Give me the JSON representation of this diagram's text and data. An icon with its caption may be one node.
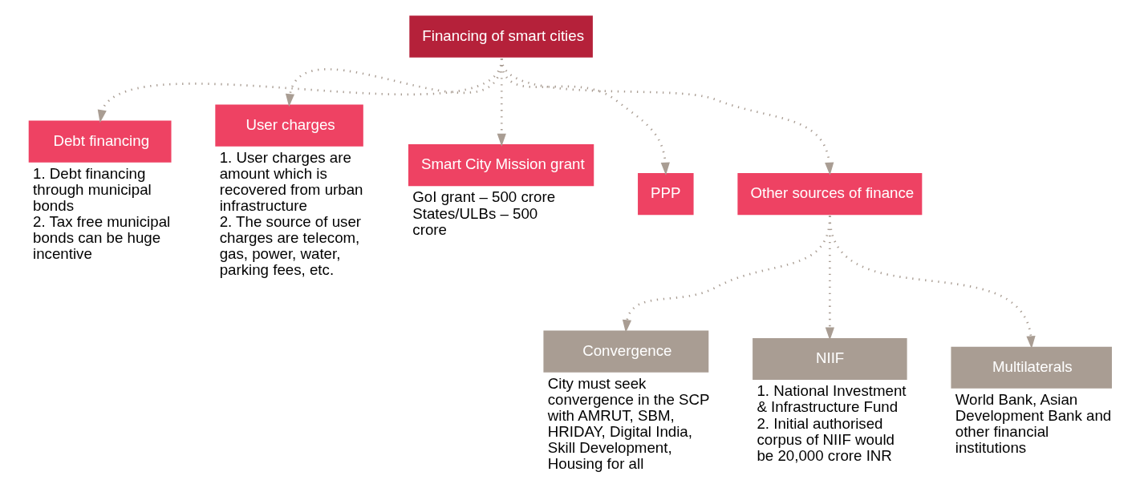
{
  "diagram": {
    "nodes": [
      {
        "text": [
          "Financing of smart cities"
        ]
      },
      {
        "text": [
          "Debt financing"
        ],
        "beside": [
          "1. Debt financing through municipal bonds",
          "2. Tax free municipal bonds can be huge incentive"
        ]
      },
      {
        "text": [
          "User charges"
        ],
        "beside": [
          "1. User charges are amount which is recovered from urban infrastructure",
          "2. The source of user charges are telecom, gas, power, water, parking fees, etc."
        ]
      },
      {
        "text": [
          "Smart City Mission grant"
        ],
        "beside": [
          "GoI grant – 500 crore",
          "States/ULBs – 500 crore"
        ]
      },
      {
        "text": [
          "PPP"
        ]
      },
      {
        "text": [
          "Other sources of finance"
        ]
      },
      {
        "text": [
          "Convergence"
        ],
        "beside": [
          "City must seek convergence in the SCP with AMRUT, SBM, HRIDAY, Digital India, Skill Development, Housing for all"
        ]
      },
      {
        "text": [
          "NIIF"
        ],
        "beside": [
          "1. National Investment & Infrastructure Fund",
          "2. Initial authorised corpus of NIIF would be 20,000 crore INR"
        ]
      },
      {
        "text": [
          "Multilaterals"
        ],
        "beside": [
          "World Bank, Asian Development Bank and other financial institutions"
        ]
      }
    ],
    "edges": [
      {
        "from": 0,
        "to": 1,
        "arrow": "to"
      },
      {
        "from": 0,
        "to": 2,
        "arrow": "to"
      },
      {
        "from": 0,
        "to": 3,
        "arrow": "to"
      },
      {
        "from": 0,
        "to": 4,
        "arrow": "to"
      },
      {
        "from": 0,
        "to": 5,
        "arrow": "to"
      },
      {
        "from": 5,
        "to": 6,
        "arrow": "to"
      },
      {
        "from": 5,
        "to": 7,
        "arrow": "to"
      },
      {
        "from": 5,
        "to": 8,
        "arrow": "to"
      }
    ]
  }
}
